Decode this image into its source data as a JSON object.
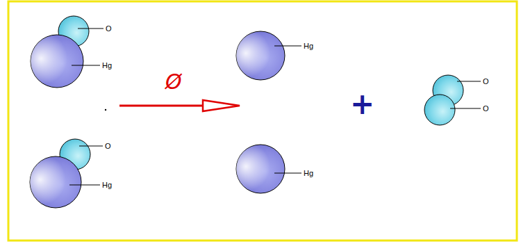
{
  "diagram": {
    "labels": [
      "O",
      "Hg",
      "O",
      "Hg",
      "Ø",
      "Hg",
      "Hg",
      "+",
      "O",
      "O"
    ]
  }
}
